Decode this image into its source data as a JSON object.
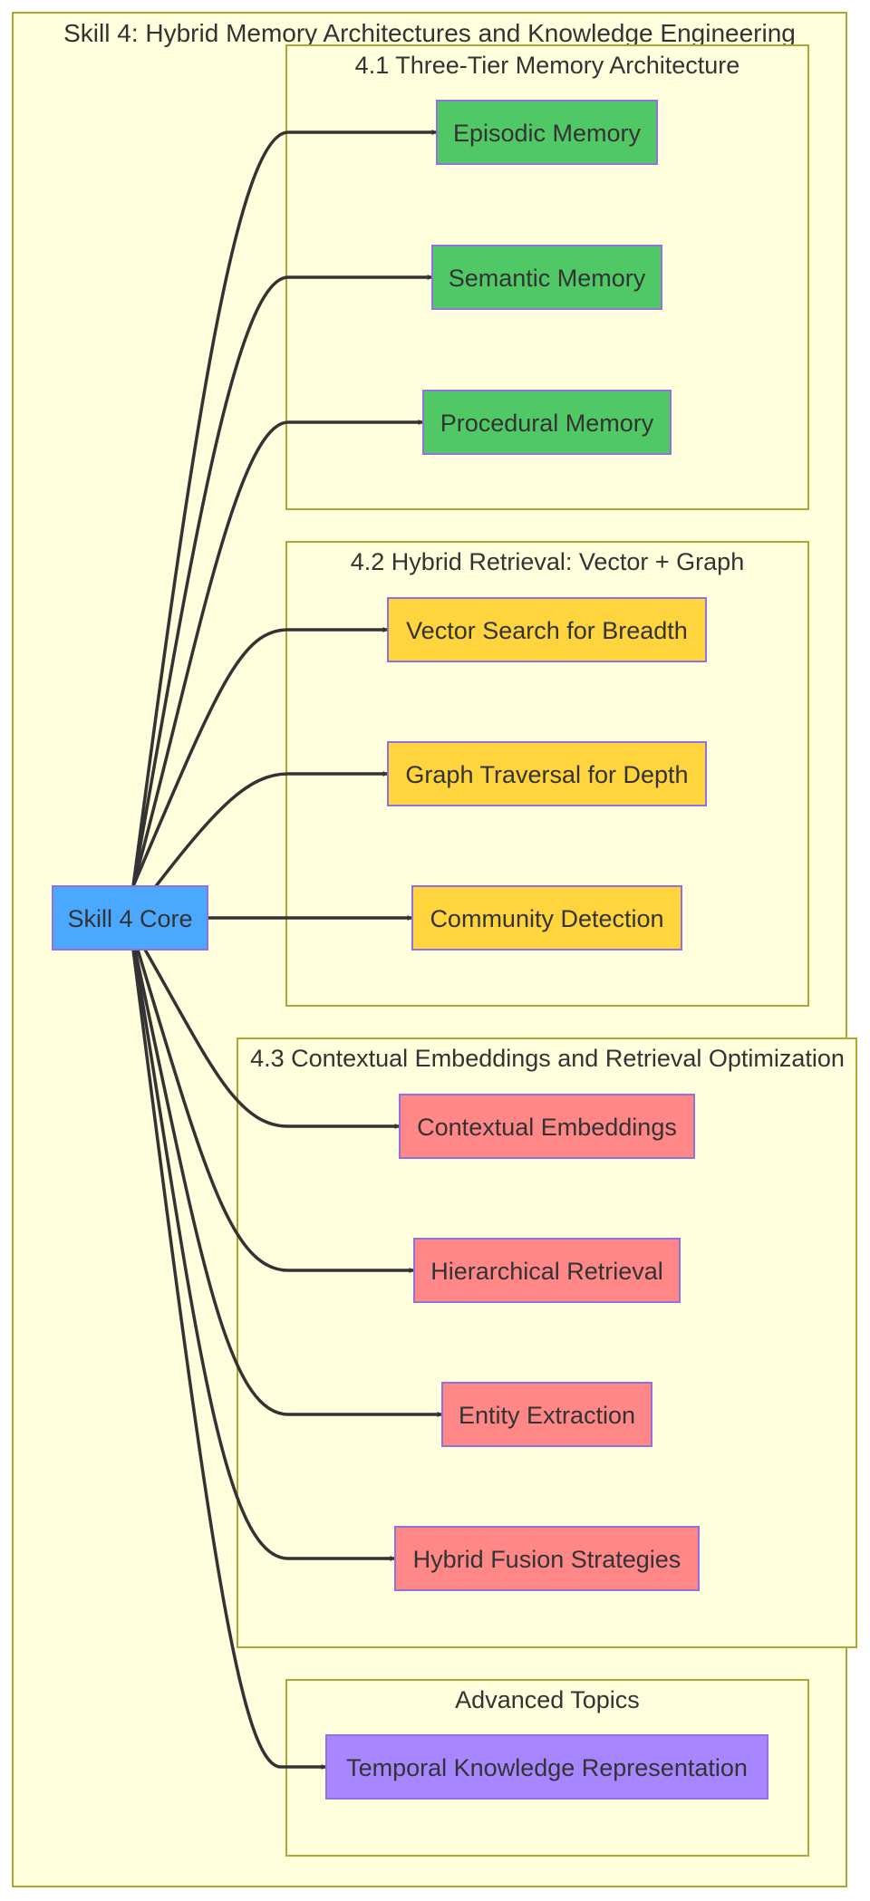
{
  "diagram": {
    "title": "Skill 4: Hybrid Memory Architectures and Knowledge Engineering",
    "core": {
      "label": "Skill 4 Core",
      "color": "#4aa8ff"
    },
    "groups": [
      {
        "title": "4.1 Three-Tier Memory Architecture",
        "color": "#50c866",
        "nodes": [
          "Episodic Memory",
          "Semantic Memory",
          "Procedural Memory"
        ]
      },
      {
        "title": "4.2 Hybrid Retrieval: Vector + Graph",
        "color": "#ffd43d",
        "nodes": [
          "Vector Search for Breadth",
          "Graph Traversal for Depth",
          "Community Detection"
        ]
      },
      {
        "title": "4.3 Contextual Embeddings and Retrieval Optimization",
        "color": "#ff8787",
        "nodes": [
          "Contextual Embeddings",
          "Hierarchical Retrieval",
          "Entity Extraction",
          "Hybrid Fusion Strategies"
        ]
      },
      {
        "title": "Advanced Topics",
        "color": "#a886ff",
        "nodes": [
          "Temporal Knowledge Representation"
        ]
      }
    ]
  }
}
